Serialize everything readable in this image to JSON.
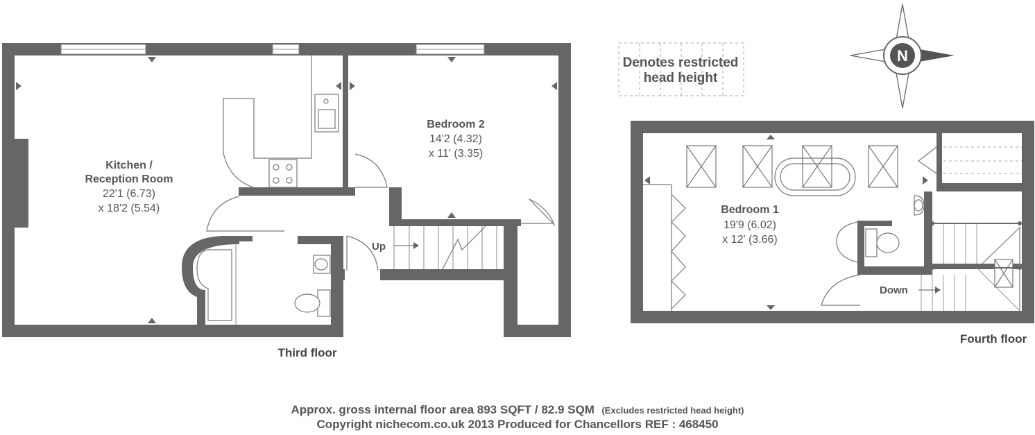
{
  "legend": {
    "line1": "Denotes restricted",
    "line2": "head height"
  },
  "compass": {
    "letter": "N",
    "icon": "compass-icon"
  },
  "third_floor": {
    "label": "Third floor",
    "kitchen": {
      "name_line1": "Kitchen /",
      "name_line2": "Reception Room",
      "dim1": "22'1 (6.73)",
      "dim2": "x 18'2 (5.54)"
    },
    "bedroom2": {
      "name": "Bedroom 2",
      "dim1": "14'2 (4.32)",
      "dim2": "x 11' (3.35)"
    },
    "stairs_label": "Up"
  },
  "fourth_floor": {
    "label": "Fourth floor",
    "bedroom1": {
      "name": "Bedroom 1",
      "dim1": "19'9 (6.02)",
      "dim2": "x 12' (3.66)"
    },
    "stairs_label": "Down"
  },
  "footer": {
    "area_main": "Approx. gross internal floor area 893 SQFT / 82.9 SQM",
    "area_note": "(Excludes restricted head height)",
    "copyright": "Copyright nichecom.co.uk 2013 Produced for Chancellors REF : 468450"
  },
  "colors": {
    "wall": "#666666",
    "text": "#555555",
    "background": "#ffffff"
  }
}
